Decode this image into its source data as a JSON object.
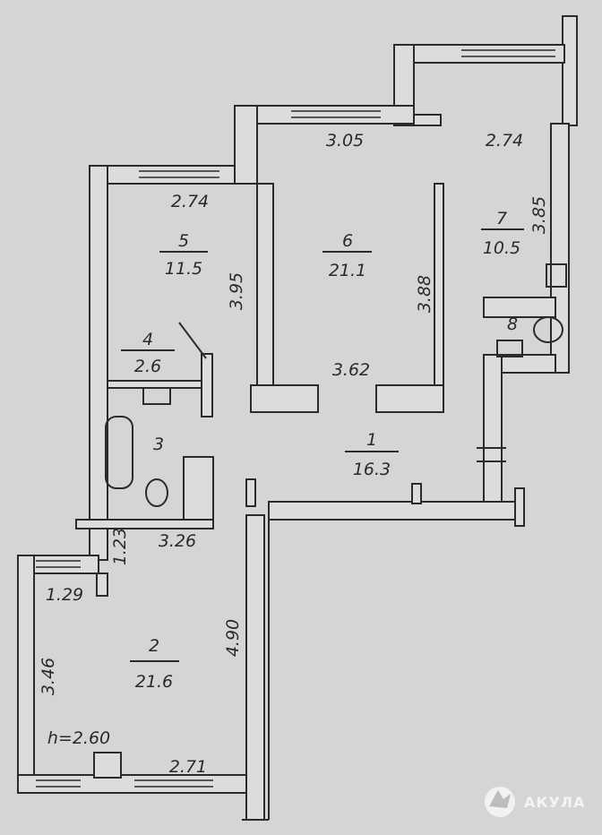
{
  "plan": {
    "ceiling_height": "h=2.60",
    "rooms": [
      {
        "number": "1",
        "area": "16.3"
      },
      {
        "number": "2",
        "area": "21.6"
      },
      {
        "number": "3"
      },
      {
        "number": "4",
        "area": "2.6"
      },
      {
        "number": "5",
        "area": "11.5"
      },
      {
        "number": "6",
        "area": "21.1"
      },
      {
        "number": "7",
        "area": "10.5"
      },
      {
        "number": "8"
      }
    ],
    "dimensions": {
      "room6_top": "3.05",
      "room7_top": "2.74",
      "room5_top": "2.74",
      "room5_side": "3.95",
      "room6_side": "3.88",
      "room6_bottom": "3.62",
      "room7_side": "3.85",
      "room2_top": "3.26",
      "room2_niche_side": "1.23",
      "room2_niche_top": "1.29",
      "room2_left": "3.46",
      "room2_right": "4.90",
      "room2_bottom": "2.71"
    }
  },
  "logo": {
    "text": "АКУЛА"
  },
  "colors": {
    "background": "#d5d5d3",
    "line": "#2b2b2b"
  }
}
